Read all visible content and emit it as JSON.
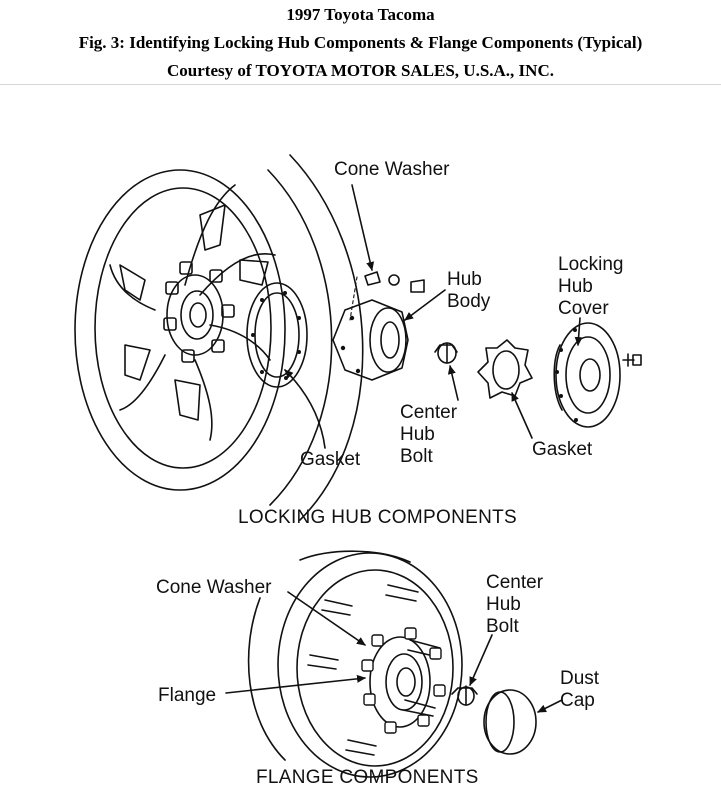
{
  "header": {
    "line1": "1997 Toyota Tacoma",
    "line2": "Fig. 3: Identifying Locking Hub Components & Flange Components (Typical)",
    "line3": "Courtesy of TOYOTA MOTOR SALES, U.S.A., INC."
  },
  "locking_hub": {
    "title": "LOCKING HUB COMPONENTS",
    "labels": {
      "cone_washer": "Cone Washer",
      "hub_body_1": "Hub",
      "hub_body_2": "Body",
      "cover_1": "Locking",
      "cover_2": "Hub",
      "cover_3": "Cover",
      "gasket_left": "Gasket",
      "gasket_right": "Gasket",
      "center_bolt_1": "Center",
      "center_bolt_2": "Hub",
      "center_bolt_3": "Bolt"
    }
  },
  "flange": {
    "title": "FLANGE COMPONENTS",
    "labels": {
      "cone_washer": "Cone Washer",
      "flange": "Flange",
      "center_bolt_1": "Center",
      "center_bolt_2": "Hub",
      "center_bolt_3": "Bolt",
      "dust_cap_1": "Dust",
      "dust_cap_2": "Cap"
    }
  }
}
